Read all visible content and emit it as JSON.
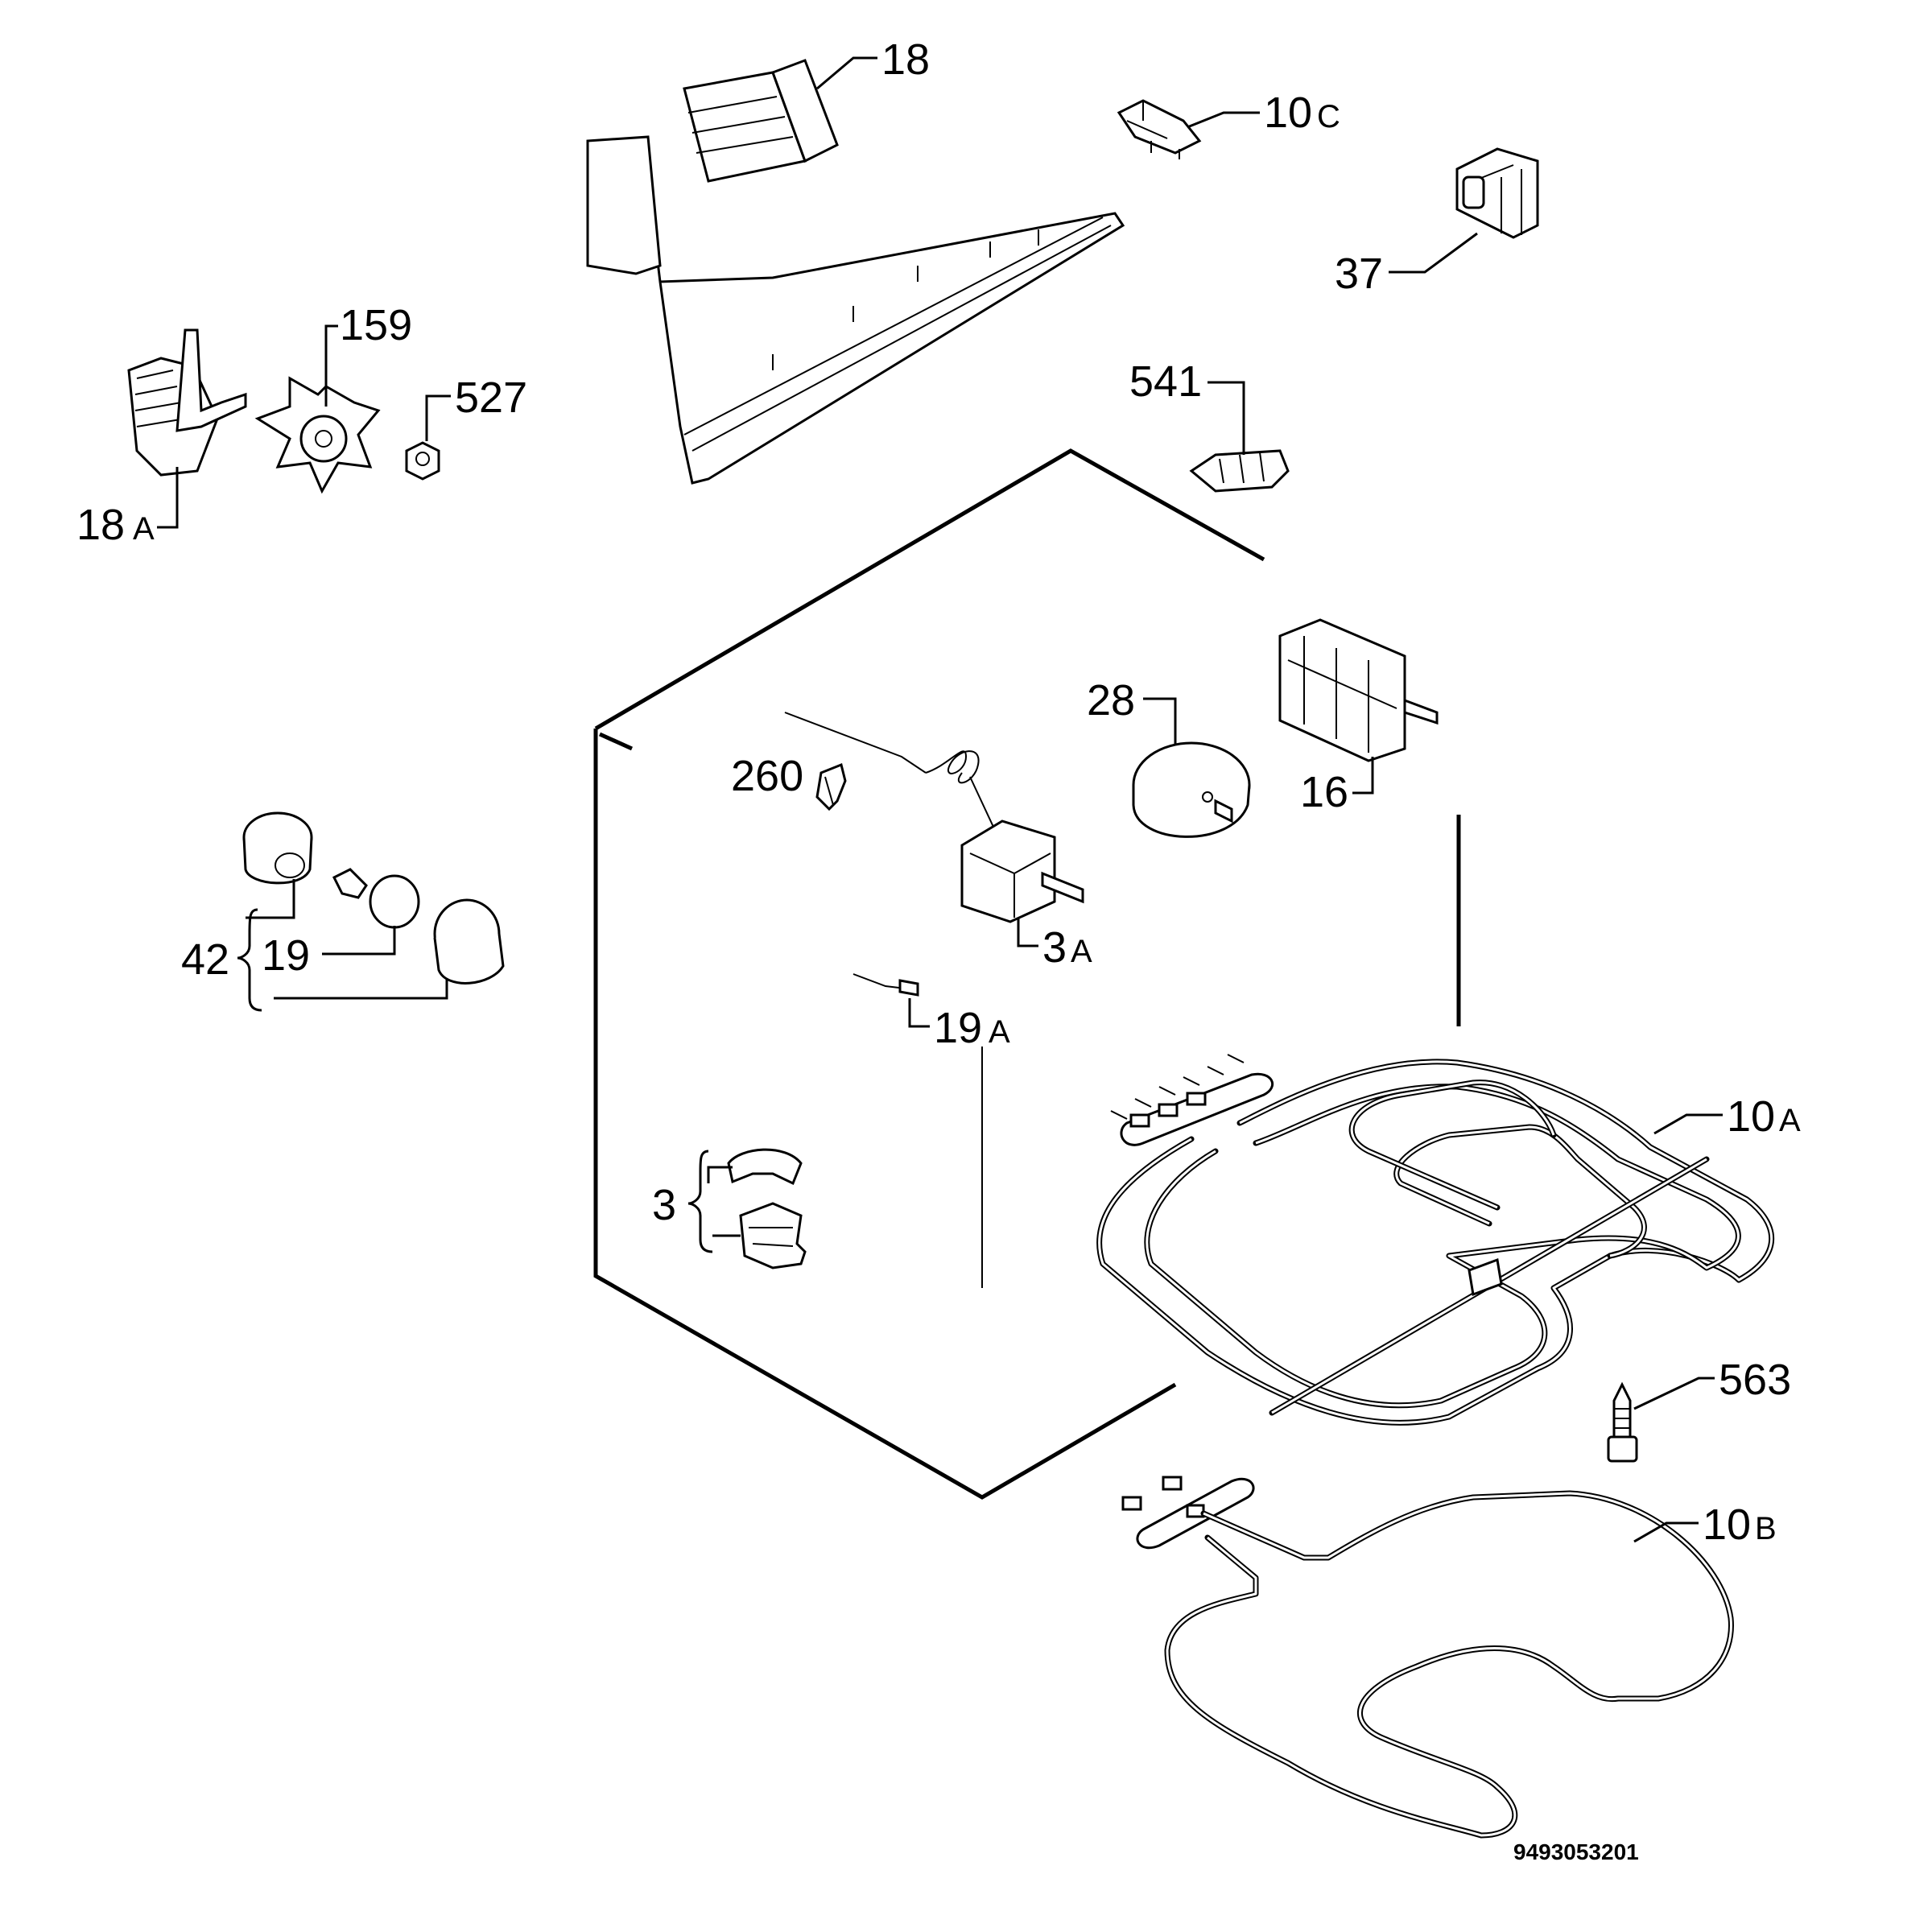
{
  "labels": {
    "p18": "18",
    "p10c": "10",
    "p10c_s": "C",
    "p37": "37",
    "p159": "159",
    "p527": "527",
    "p18a": "18",
    "p18a_s": "A",
    "p541": "541",
    "p28": "28",
    "p16": "16",
    "p260": "260",
    "p3a": "3",
    "p3a_s": "A",
    "p42": "42",
    "p19": "19",
    "p19a": "19",
    "p19a_s": "A",
    "p10a": "10",
    "p10a_s": "A",
    "p3": "3",
    "p563": "563",
    "p10b": "10",
    "p10b_s": "B"
  },
  "drawing_code": "9493053201"
}
